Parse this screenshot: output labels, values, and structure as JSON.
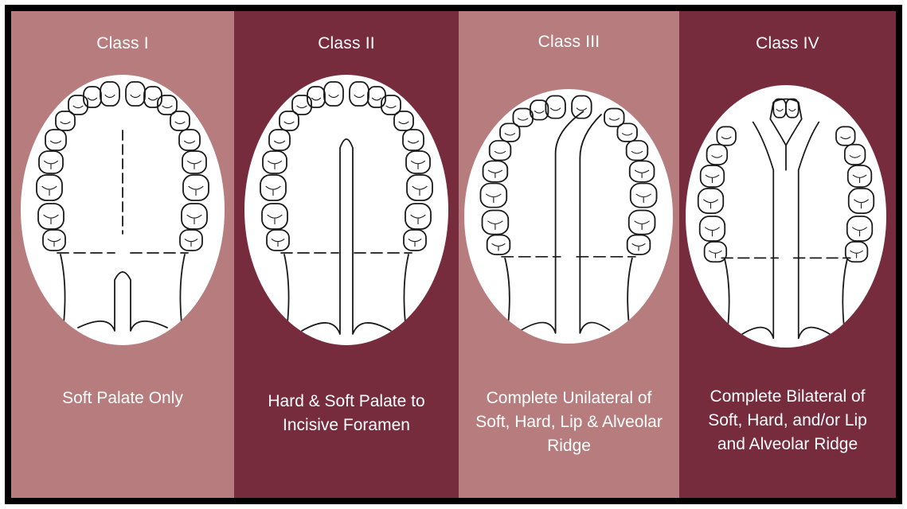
{
  "panels": [
    {
      "title": "Class I",
      "description": "Soft Palate Only",
      "background": "#b77c7d"
    },
    {
      "title": "Class II",
      "description": "Hard & Soft Palate to Incisive Foramen",
      "background": "#772c3e"
    },
    {
      "title": "Class III",
      "description": "Complete Unilateral of Soft, Hard, Lip & Alveolar Ridge",
      "background": "#b77c7d"
    },
    {
      "title": "Class IV",
      "description": "Complete Bilateral of Soft, Hard, and/or Lip and Alveolar Ridge",
      "background": "#772c3e"
    }
  ],
  "colors": {
    "frame": "#000000",
    "text": "#ffffff",
    "illustration_line": "#1a1a1a"
  }
}
